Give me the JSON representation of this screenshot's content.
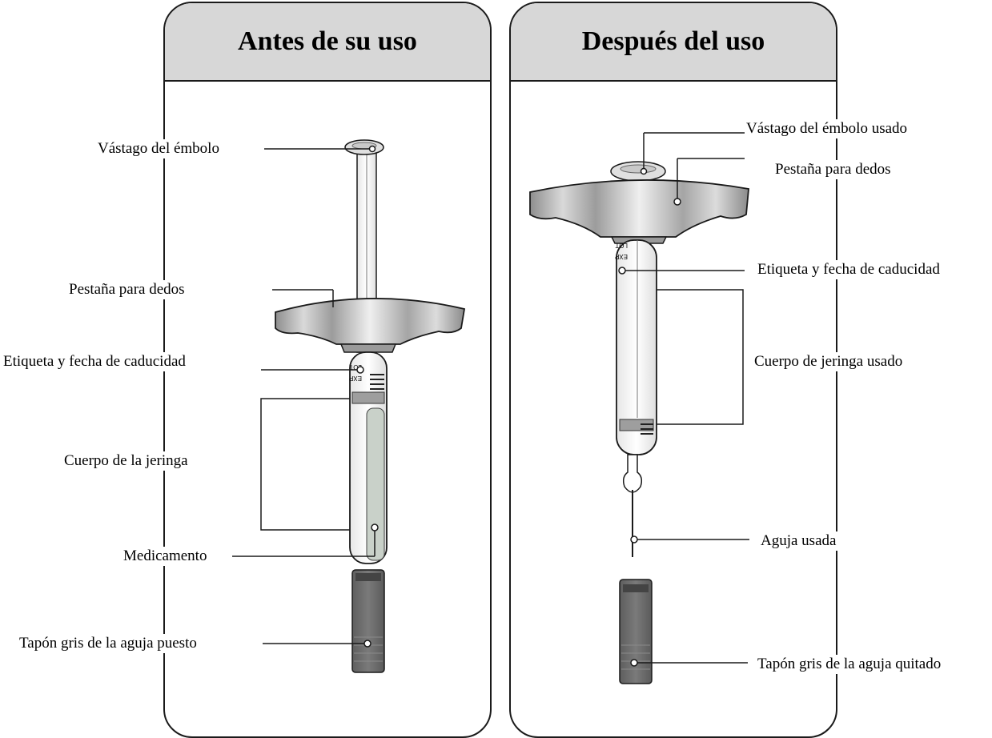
{
  "panels": {
    "before": {
      "title": "Antes de su uso"
    },
    "after": {
      "title": "Después del uso"
    }
  },
  "labels_before": {
    "plunger": "Vástago del émbolo",
    "finger_flange": "Pestaña para dedos",
    "label_expiry": "Etiqueta y fecha de caducidad",
    "syringe_body": "Cuerpo de la jeringa",
    "medicine": "Medicamento",
    "needle_cap": "Tapón gris de la aguja puesto"
  },
  "labels_after": {
    "plunger": "Vástago del émbolo usado",
    "finger_flange": "Pestaña para dedos",
    "label_expiry": "Etiqueta y fecha de caducidad",
    "syringe_body": "Cuerpo de jeringa usado",
    "needle": "Aguja usada",
    "needle_cap": "Tapón gris de la aguja quitado"
  },
  "syringe_markings": {
    "lot": "LOT",
    "exp": "EXP"
  },
  "colors": {
    "header_bg": "#d7d7d7",
    "cap_gray": "#6f6f6f",
    "medicine_fill": "#c9d1c9",
    "flange_gray": "#a8a8a8"
  }
}
